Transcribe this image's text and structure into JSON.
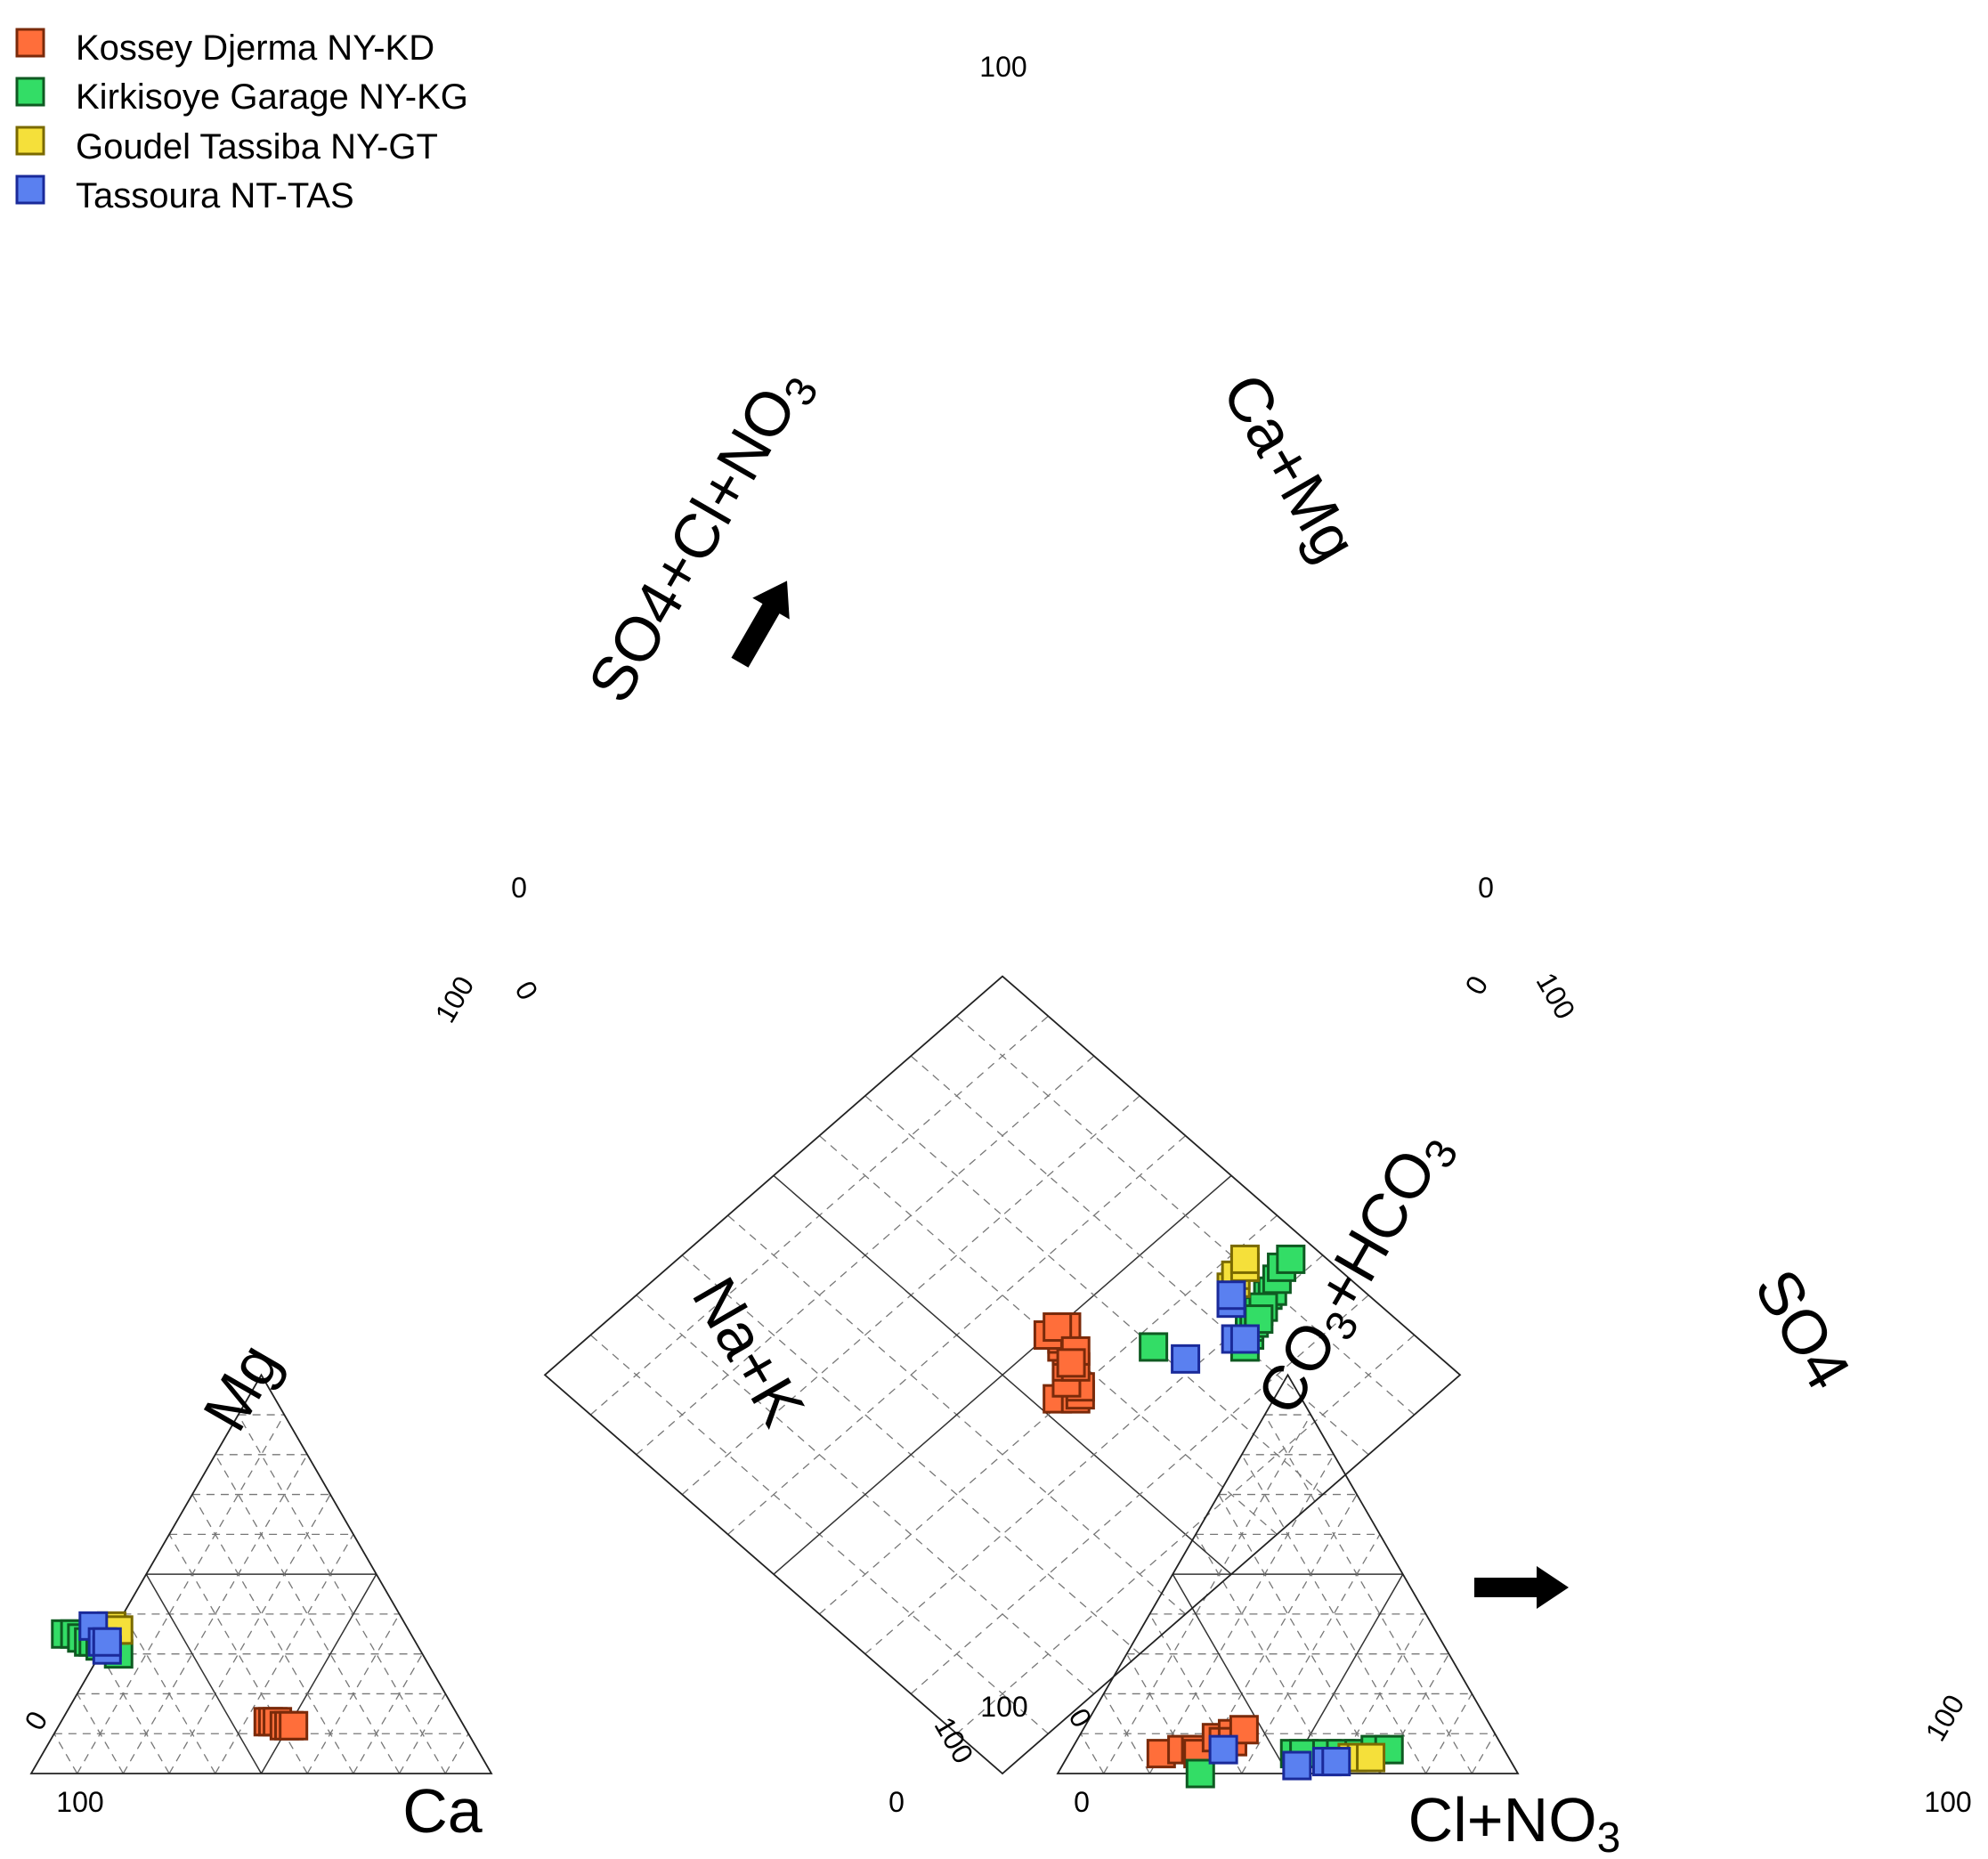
{
  "chart_data": {
    "type": "scatter",
    "subtype": "piper-diagram",
    "legend": {
      "placement": "top-left",
      "entries": [
        {
          "label": "Kossey Djerma NY-KD",
          "fill": "#FF6E3A",
          "stroke": "#7A2A0A"
        },
        {
          "label": "Kirkisoye Garage NY-KG",
          "fill": "#33DD66",
          "stroke": "#0F5A22"
        },
        {
          "label": "Goudel Tassiba NY-GT",
          "fill": "#F5E03A",
          "stroke": "#7A6A00"
        },
        {
          "label": "Tassoura NT-TAS",
          "fill": "#5A80F0",
          "stroke": "#1A2A9A"
        }
      ]
    },
    "cation_triangle": {
      "axes": {
        "ca": "Ca",
        "mg": "Mg",
        "na_k": "Na+K"
      },
      "ticks": {
        "ca_100": "100",
        "ca_0": "0",
        "mg_100": "100",
        "mg_0": "0",
        "nak_0": "0",
        "nak_100": "100"
      },
      "series": [
        {
          "name": "Kossey Djerma NY-KD",
          "points": [
            [
              42,
              13,
              45
            ],
            [
              41,
              13,
              46
            ],
            [
              40,
              13,
              47
            ],
            [
              39,
              12,
              49
            ],
            [
              38,
              12,
              50
            ],
            [
              37,
              12,
              51
            ]
          ]
        },
        {
          "name": "Kirkisoye Garage NY-KG",
          "points": [
            [
              75,
              35,
              -10
            ],
            [
              73,
              35,
              -8
            ],
            [
              72,
              34,
              -6
            ],
            [
              71,
              33,
              -4
            ],
            [
              70,
              33,
              -3
            ],
            [
              69,
              32,
              -1
            ],
            [
              66,
              30,
              4
            ],
            [
              68,
              34,
              -2
            ]
          ]
        },
        {
          "name": "Goudel Tassiba NY-GT",
          "points": [
            [
              64,
              36,
              0
            ],
            [
              64,
              37,
              -1
            ],
            [
              63,
              36,
              1
            ]
          ]
        },
        {
          "name": "Tassoura NT-TAS",
          "points": [
            [
              68,
              37,
              -5
            ],
            [
              68,
              33,
              -1
            ],
            [
              68,
              31,
              1
            ],
            [
              67,
              33,
              0
            ]
          ]
        }
      ]
    },
    "anion_triangle": {
      "axes": {
        "cl_no3": "Cl+NO3",
        "so4": "SO4",
        "co3_hco3": "CO3+HCO3"
      },
      "ticks": {
        "cl_0": "0",
        "cl_100": "100",
        "so4_0": "0",
        "so4_100": "100",
        "hco3_100": "100",
        "hco3_0": "0"
      },
      "series": [
        {
          "name": "Kossey Djerma NY-KD",
          "points": [
            [
              20,
              5,
              75
            ],
            [
              24,
              6,
              70
            ],
            [
              27,
              6,
              67
            ],
            [
              28,
              5,
              67
            ],
            [
              30,
              9,
              61
            ],
            [
              32,
              8,
              60
            ],
            [
              33,
              10,
              57
            ],
            [
              34,
              8,
              58
            ],
            [
              35,
              11,
              54
            ]
          ]
        },
        {
          "name": "Kirkisoye Garage NY-KG",
          "points": [
            [
              49,
              5,
              46
            ],
            [
              51,
              5,
              44
            ],
            [
              56,
              5,
              39
            ],
            [
              59,
              5,
              36
            ],
            [
              63,
              5,
              32
            ],
            [
              66,
              6,
              28
            ],
            [
              69,
              6,
              25
            ],
            [
              31,
              0,
              69
            ]
          ]
        },
        {
          "name": "Goudel Tassiba NY-GT",
          "points": [
            [
              62,
              4,
              34
            ],
            [
              64,
              4,
              32
            ],
            [
              66,
              4,
              30
            ]
          ]
        },
        {
          "name": "Tassoura NT-TAS",
          "points": [
            [
              51,
              2,
              47
            ],
            [
              57,
              3,
              40
            ],
            [
              59,
              3,
              38
            ],
            [
              33,
              6,
              61
            ]
          ]
        }
      ]
    },
    "diamond": {
      "axes": {
        "left": "SO4+Cl+NO3",
        "right": "Ca+Mg"
      },
      "ticks": {
        "top": "100",
        "left": "0",
        "right": "0",
        "bottom": "100"
      },
      "series": [
        {
          "name": "Kossey Djerma NY-KD",
          "points": [
            [
              53,
              41
            ],
            [
              55,
              39
            ],
            [
              56,
              39
            ],
            [
              57,
              40
            ],
            [
              56,
              42
            ],
            [
              58,
              44
            ],
            [
              59,
              43
            ],
            [
              60,
              46
            ],
            [
              60,
              47
            ],
            [
              61,
              48
            ],
            [
              62,
              49
            ],
            [
              63,
              49
            ],
            [
              60,
              50
            ],
            [
              62,
              50
            ],
            [
              61,
              45
            ],
            [
              59,
              44
            ]
          ]
        },
        {
          "name": "Kirkisoye Garage NY-KG",
          "points": [
            [
              80,
              27
            ],
            [
              82,
              28
            ],
            [
              83,
              29
            ],
            [
              84,
              29
            ],
            [
              86,
              30
            ],
            [
              89,
              31
            ],
            [
              90,
              31
            ],
            [
              92,
              32
            ],
            [
              94,
              33
            ],
            [
              96,
              33
            ],
            [
              70,
              37
            ],
            [
              87,
              30
            ],
            [
              85,
              29
            ]
          ]
        },
        {
          "name": "Goudel Tassiba NY-GT",
          "points": [
            [
              86,
              36
            ],
            [
              87,
              36
            ],
            [
              88,
              37
            ],
            [
              90,
              37
            ],
            [
              91,
              38
            ]
          ]
        },
        {
          "name": "Tassoura NT-TAS",
          "points": [
            [
              72,
              32
            ],
            [
              80,
              29
            ],
            [
              84,
              34
            ],
            [
              85,
              35
            ],
            [
              81,
              28
            ]
          ]
        }
      ]
    },
    "arrows": [
      {
        "panel": "diamond",
        "direction": "up"
      },
      {
        "panel": "anion_triangle",
        "direction": "right"
      }
    ]
  }
}
